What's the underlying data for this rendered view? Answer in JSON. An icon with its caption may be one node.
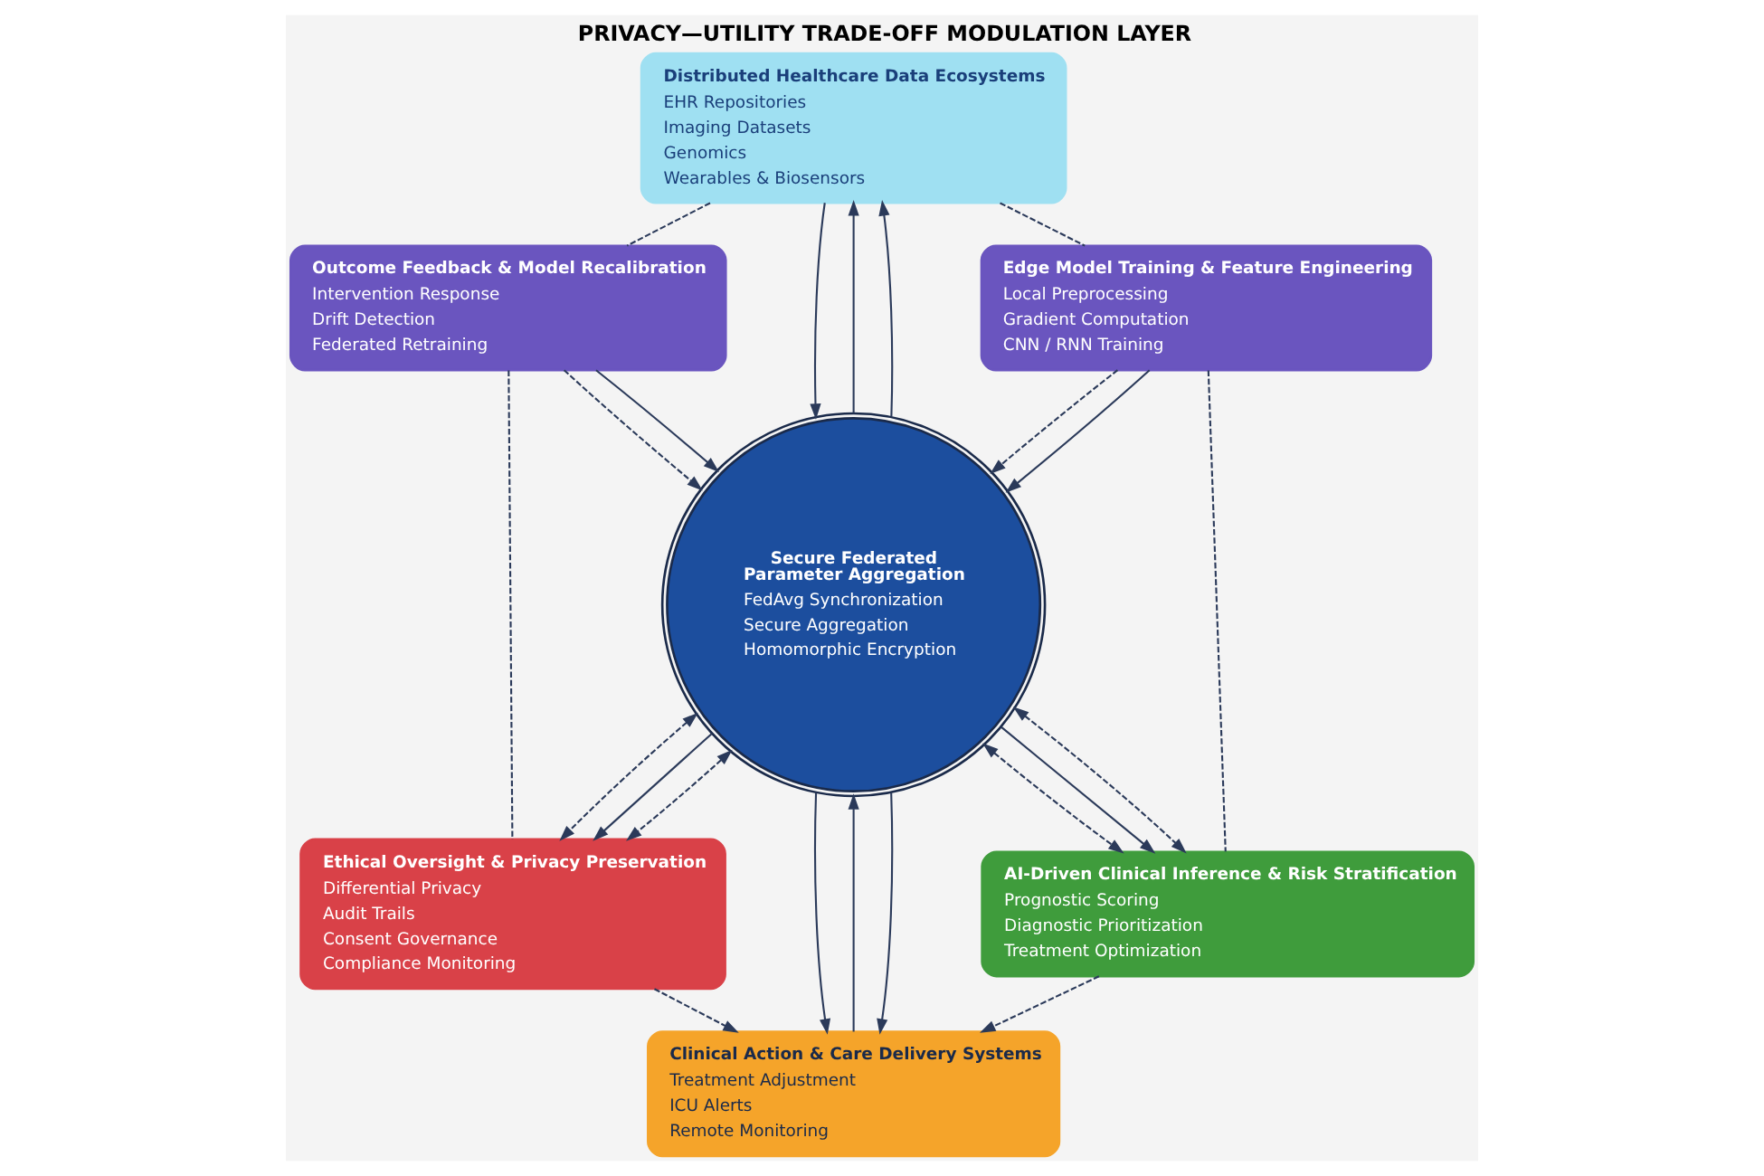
{
  "diagram": {
    "title": "PRIVACY—UTILITY TRADE-OFF MODULATION LAYER",
    "nodes": [
      {
        "text": [
          "Distributed Healthcare Data Ecosystems",
          "EHR Repositories",
          "Imaging Datasets",
          "Genomics",
          "Wearables & Biosensors"
        ]
      },
      {
        "text": [
          "Outcome Feedback & Model Recalibration",
          "Intervention Response",
          "Drift Detection",
          "Federated Retraining"
        ]
      },
      {
        "text": [
          "Secure Federated Parameter Aggregation",
          "FedAvg Synchronization",
          "Secure Aggregation",
          "Homomorphic Encryption"
        ]
      },
      {
        "text": [
          "Edge Model Training & Feature Engineering",
          "Local Preprocessing",
          "Gradient Computation",
          "CNN / RNN Training"
        ]
      },
      {
        "text": [
          "Ethical Oversight & Privacy Preservation",
          "Differential Privacy",
          "Audit Trails",
          "Consent Governance",
          "Compliance Monitoring"
        ]
      },
      {
        "text": [
          "AI-Driven Clinical Inference & Risk Stratification",
          "Prognostic Scoring",
          "Diagnostic Prioritization",
          "Treatment Optimization"
        ]
      },
      {
        "text": [
          "Clinical Action & Care Delivery Systems",
          "Treatment Adjustment",
          "ICU Alerts",
          "Remote Monitoring"
        ]
      }
    ],
    "edges": [
      {
        "from": 2,
        "to": 0,
        "arrow": "to"
      },
      {
        "from": 0,
        "to": 2,
        "arrow": "to"
      },
      {
        "from": 2,
        "to": 0,
        "arrow": "to"
      },
      {
        "from": 1,
        "to": 2,
        "arrow": "to",
        "style": "dashed"
      },
      {
        "from": 1,
        "to": 2,
        "arrow": "to"
      },
      {
        "from": 3,
        "to": 2,
        "arrow": "to",
        "style": "dashed"
      },
      {
        "from": 3,
        "to": 2,
        "arrow": "to"
      },
      {
        "from": 2,
        "to": 4,
        "arrow": "both",
        "style": "dashed"
      },
      {
        "from": 2,
        "to": 4,
        "arrow": "to"
      },
      {
        "from": 2,
        "to": 4,
        "arrow": "both",
        "style": "dashed"
      },
      {
        "from": 2,
        "to": 5,
        "arrow": "both",
        "style": "dashed"
      },
      {
        "from": 2,
        "to": 5,
        "arrow": "to"
      },
      {
        "from": 2,
        "to": 5,
        "arrow": "both",
        "style": "dashed"
      },
      {
        "from": 2,
        "to": 6,
        "arrow": "to"
      },
      {
        "from": 6,
        "to": 2,
        "arrow": "to"
      },
      {
        "from": 2,
        "to": 6,
        "arrow": "to"
      },
      {
        "from": 0,
        "to": 1,
        "arrow": "none",
        "style": "dashed"
      },
      {
        "from": 0,
        "to": 3,
        "arrow": "none",
        "style": "dashed"
      },
      {
        "from": 1,
        "to": 4,
        "arrow": "none",
        "style": "dashed"
      },
      {
        "from": 3,
        "to": 5,
        "arrow": "none",
        "style": "dashed"
      },
      {
        "from": 4,
        "to": 6,
        "arrow": "to",
        "style": "dashed"
      },
      {
        "from": 5,
        "to": 6,
        "arrow": "to",
        "style": "dashed"
      }
    ]
  }
}
